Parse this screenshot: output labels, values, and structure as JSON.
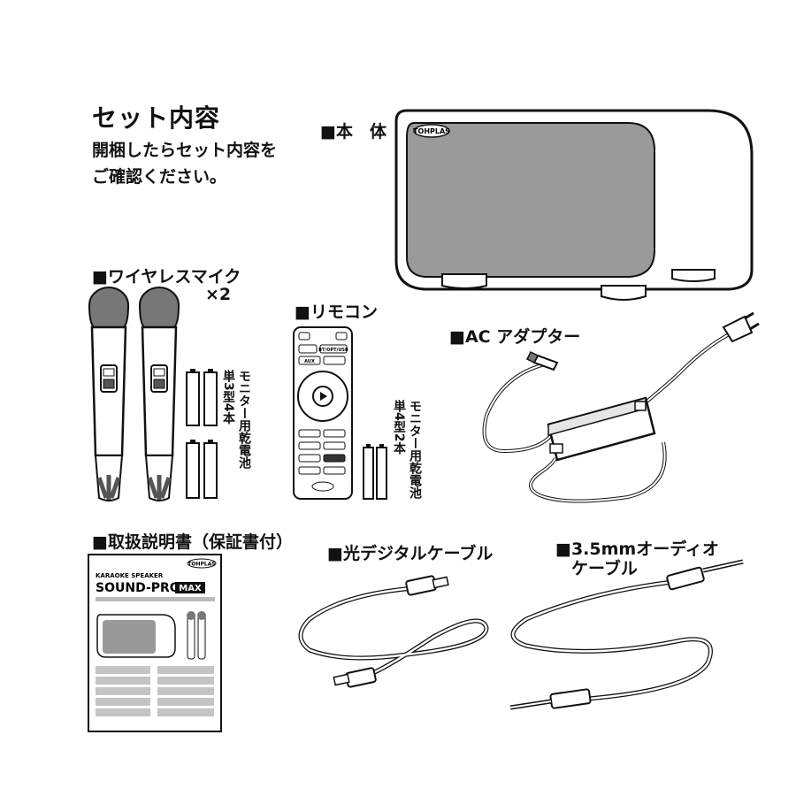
{
  "header": {
    "title": "セット内容",
    "intro_line1": "開梱したらセット内容を",
    "intro_line2": "ご確認ください。"
  },
  "sections": {
    "main_unit": "■本　体",
    "mic": "■ワイヤレスマイク",
    "mic_qty": "×2",
    "remote": "■リモコン",
    "ac": "■AC アダプター",
    "manual": "■取扱説明書（保証書付）",
    "optical": "■光デジタルケーブル",
    "audio_line1": "■3.5mmオーディオ",
    "audio_line2": "ケーブル"
  },
  "batteries": {
    "mic_note_col1": "モニター用乾電池",
    "mic_note_col2": "単3型4本",
    "remote_note_col1": "モニター用乾電池",
    "remote_note_col2": "単4型2本"
  },
  "brand": "TOHPLAS",
  "manual": {
    "subtitle": "KARAOKE SPEAKER",
    "product": "SOUND-PRO",
    "product_suffix": "MAX"
  },
  "remote": {
    "btn_aux": "AUX",
    "btn_bt": "BT/OPT/USB"
  }
}
